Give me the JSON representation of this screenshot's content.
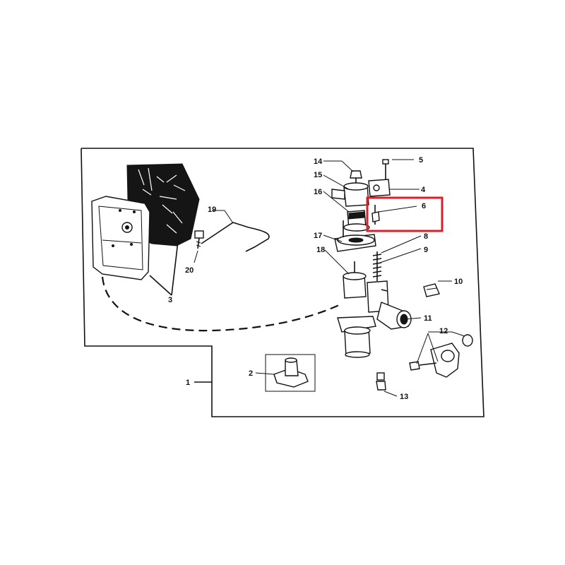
{
  "diagram": {
    "callouts": [
      {
        "id": "1",
        "label": "1"
      },
      {
        "id": "2",
        "label": "2"
      },
      {
        "id": "3",
        "label": "3"
      },
      {
        "id": "4",
        "label": "4"
      },
      {
        "id": "5",
        "label": "5"
      },
      {
        "id": "6",
        "label": "6"
      },
      {
        "id": "8",
        "label": "8"
      },
      {
        "id": "9",
        "label": "9"
      },
      {
        "id": "10",
        "label": "10"
      },
      {
        "id": "11",
        "label": "11"
      },
      {
        "id": "12",
        "label": "12"
      },
      {
        "id": "13",
        "label": "13"
      },
      {
        "id": "14",
        "label": "14"
      },
      {
        "id": "15",
        "label": "15"
      },
      {
        "id": "16",
        "label": "16"
      },
      {
        "id": "17",
        "label": "17"
      },
      {
        "id": "18",
        "label": "18"
      },
      {
        "id": "19",
        "label": "19"
      },
      {
        "id": "20",
        "label": "20"
      }
    ],
    "highlight": {
      "target_label": "6",
      "color": "#d9202b"
    },
    "ink_color": "#111111"
  }
}
